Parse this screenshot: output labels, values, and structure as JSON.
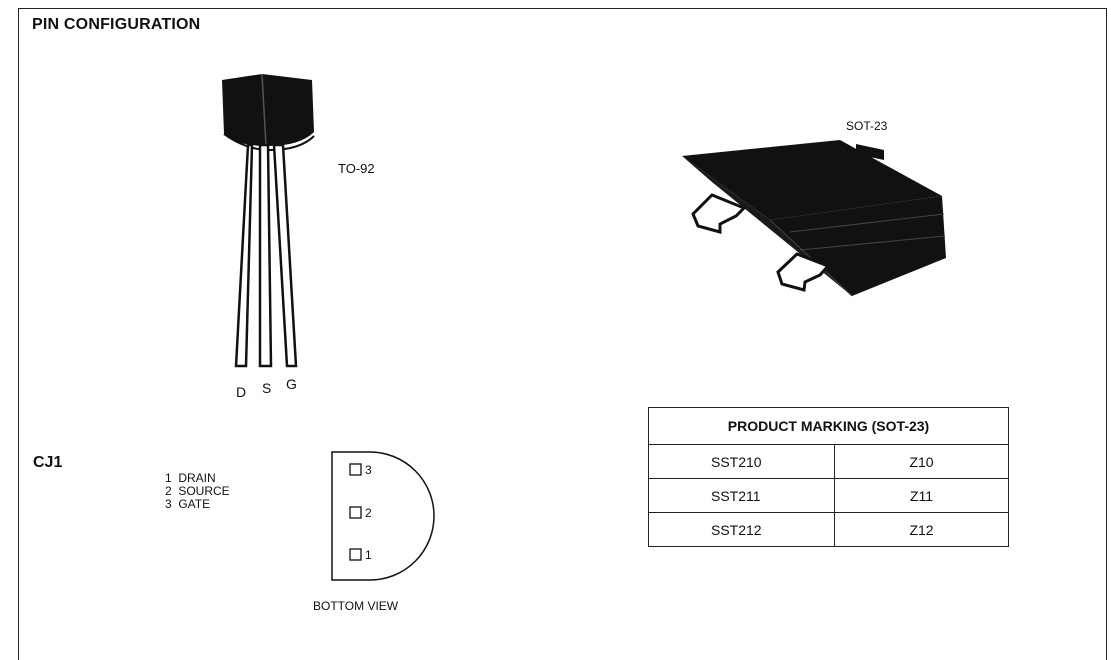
{
  "heading": "PIN CONFIGURATION",
  "to92": {
    "label": "TO-92",
    "pins": [
      "D",
      "S",
      "G"
    ]
  },
  "sot23": {
    "label": "SOT-23"
  },
  "cj1": {
    "label": "CJ1",
    "pin_list": [
      "1  DRAIN",
      "2  SOURCE",
      "3  GATE"
    ],
    "pin_numbers": [
      "3",
      "2",
      "1"
    ],
    "view_label": "BOTTOM VIEW"
  },
  "product_marking": {
    "header": "PRODUCT MARKING (SOT-23)",
    "rows": [
      {
        "part": "SST210",
        "mark": "Z10"
      },
      {
        "part": "SST211",
        "mark": "Z11"
      },
      {
        "part": "SST212",
        "mark": "Z12"
      }
    ]
  }
}
